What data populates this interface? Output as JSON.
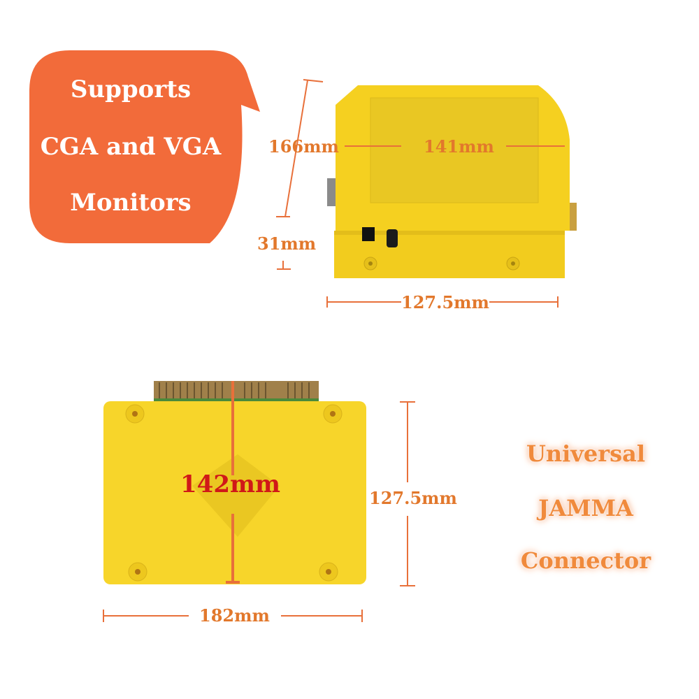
{
  "callout": {
    "lines": [
      "Supports",
      "CGA and VGA",
      "Monitors"
    ],
    "color": "#F26B3A"
  },
  "top_view": {
    "height_label": "166mm",
    "width_label": "141mm",
    "depth_label": "31mm",
    "base_label": "127.5mm"
  },
  "bottom_view": {
    "length_label": "142mm",
    "side_label": "127.5mm",
    "width_label": "182mm"
  },
  "feature": {
    "lines": [
      "Universal",
      "JAMMA",
      "Connector"
    ]
  },
  "colors": {
    "device": "#F7D52A",
    "dimension": "#E8703A",
    "text": "#E2782C"
  }
}
